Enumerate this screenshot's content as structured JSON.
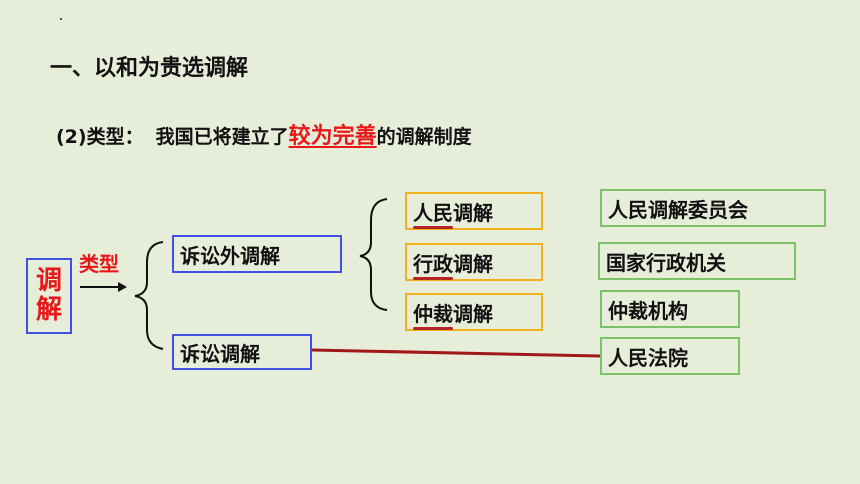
{
  "heading": "一、以和为贵选调解",
  "subtitle": {
    "label": "(2)类型：",
    "text_before": "我国已将建立了",
    "highlight": "较为完善",
    "text_after": "的调解制度"
  },
  "diagram": {
    "root": {
      "line1": "调",
      "line2": "解"
    },
    "arrow_label": "类型",
    "branches": {
      "non_litigation": "诉讼外调解",
      "litigation": "诉讼调解"
    },
    "types": {
      "people": "人民调解",
      "administrative": "行政调解",
      "arbitration": "仲裁调解"
    },
    "bodies": {
      "people": "人民调解委员会",
      "administrative": "国家行政机关",
      "arbitration": "仲裁机构",
      "court": "人民法院"
    },
    "colors": {
      "accent_red": "#e81818",
      "box_blue": "#4050e0",
      "box_orange": "#f0b020",
      "box_green": "#7cc26a",
      "connector": "#a01818"
    }
  }
}
